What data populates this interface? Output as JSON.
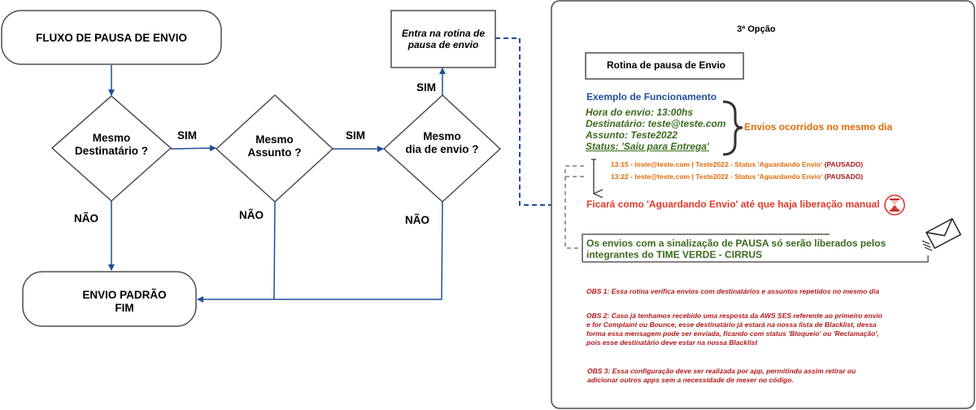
{
  "colors": {
    "blue": "#1f4e9a",
    "green": "#3a6b1e",
    "orange": "#e26b0a",
    "red": "#e23a2c",
    "darkred": "#b01b1b",
    "gray": "#4d4d4d"
  },
  "flow": {
    "start": "FLUXO DE PAUSA DE ENVIO",
    "decision1": [
      "Mesmo",
      "Destinatário ?"
    ],
    "decision2": [
      "Mesmo",
      "Assunto ?"
    ],
    "decision3": [
      "Mesmo",
      "dia de envio ?"
    ],
    "yes": "SIM",
    "no": "NÃO",
    "routine_box": [
      "Entra na rotina de",
      "pausa de envio"
    ],
    "end": [
      "ENVIO PADRÃO",
      "FIM"
    ]
  },
  "panel": {
    "title": "3ª Opção",
    "routine_title": "Rotina de pausa de Envio",
    "example_title": "Exemplo de Funcionamento",
    "example_lines": [
      "Hora do envio: 13:00hs",
      "Destinatário: teste@teste.com",
      "Assunto: Teste2022",
      "Status: 'Saiu para Entrega'"
    ],
    "same_day_label": "Envios ocorridos no mesmo dia",
    "log_lines": [
      {
        "text": "13:15 - teste@teste.com | Teste2022 - Status 'Aguardando Envio'",
        "tag": "(PAUSADO)"
      },
      {
        "text": "13:22 - teste@teste.com | Teste2022 - Status 'Aguardando Envio'",
        "tag": "(PAUSADO)"
      }
    ],
    "waiting_text": "Ficará como 'Aguardando Envio' até que haja liberação manual",
    "release_lines": [
      "Os envios com a sinalização de PAUSA só serão liberados pelos",
      "integrantes do TIME VERDE - CIRRUS"
    ],
    "obs1": "OBS 1: Essa rotina verifica envios com destinatários e assuntos repetidos no mesmo dia",
    "obs2_lines": [
      "OBS 2: Caso já tenhamos recebido uma resposta da AWS SES referente ao primeiro envio",
      "e for Complaint ou Bounce, esse destinatário já estará na nossa lista de Blacklist, dessa",
      "forma essa mensagem pode ser enviada, ficando com status 'Bloqueio' ou 'Reclamação',",
      "pois esse destinatário deve estar na nossa Blacklist"
    ],
    "obs3_lines": [
      "OBS 3: Essa configuração deve ser realizada por app, permitindo assim retirar ou",
      "adicionar outros apps sem a necessidade de mexer no código."
    ]
  },
  "icons": {
    "hourglass": "hourglass-icon",
    "envelope": "envelope-icon"
  }
}
